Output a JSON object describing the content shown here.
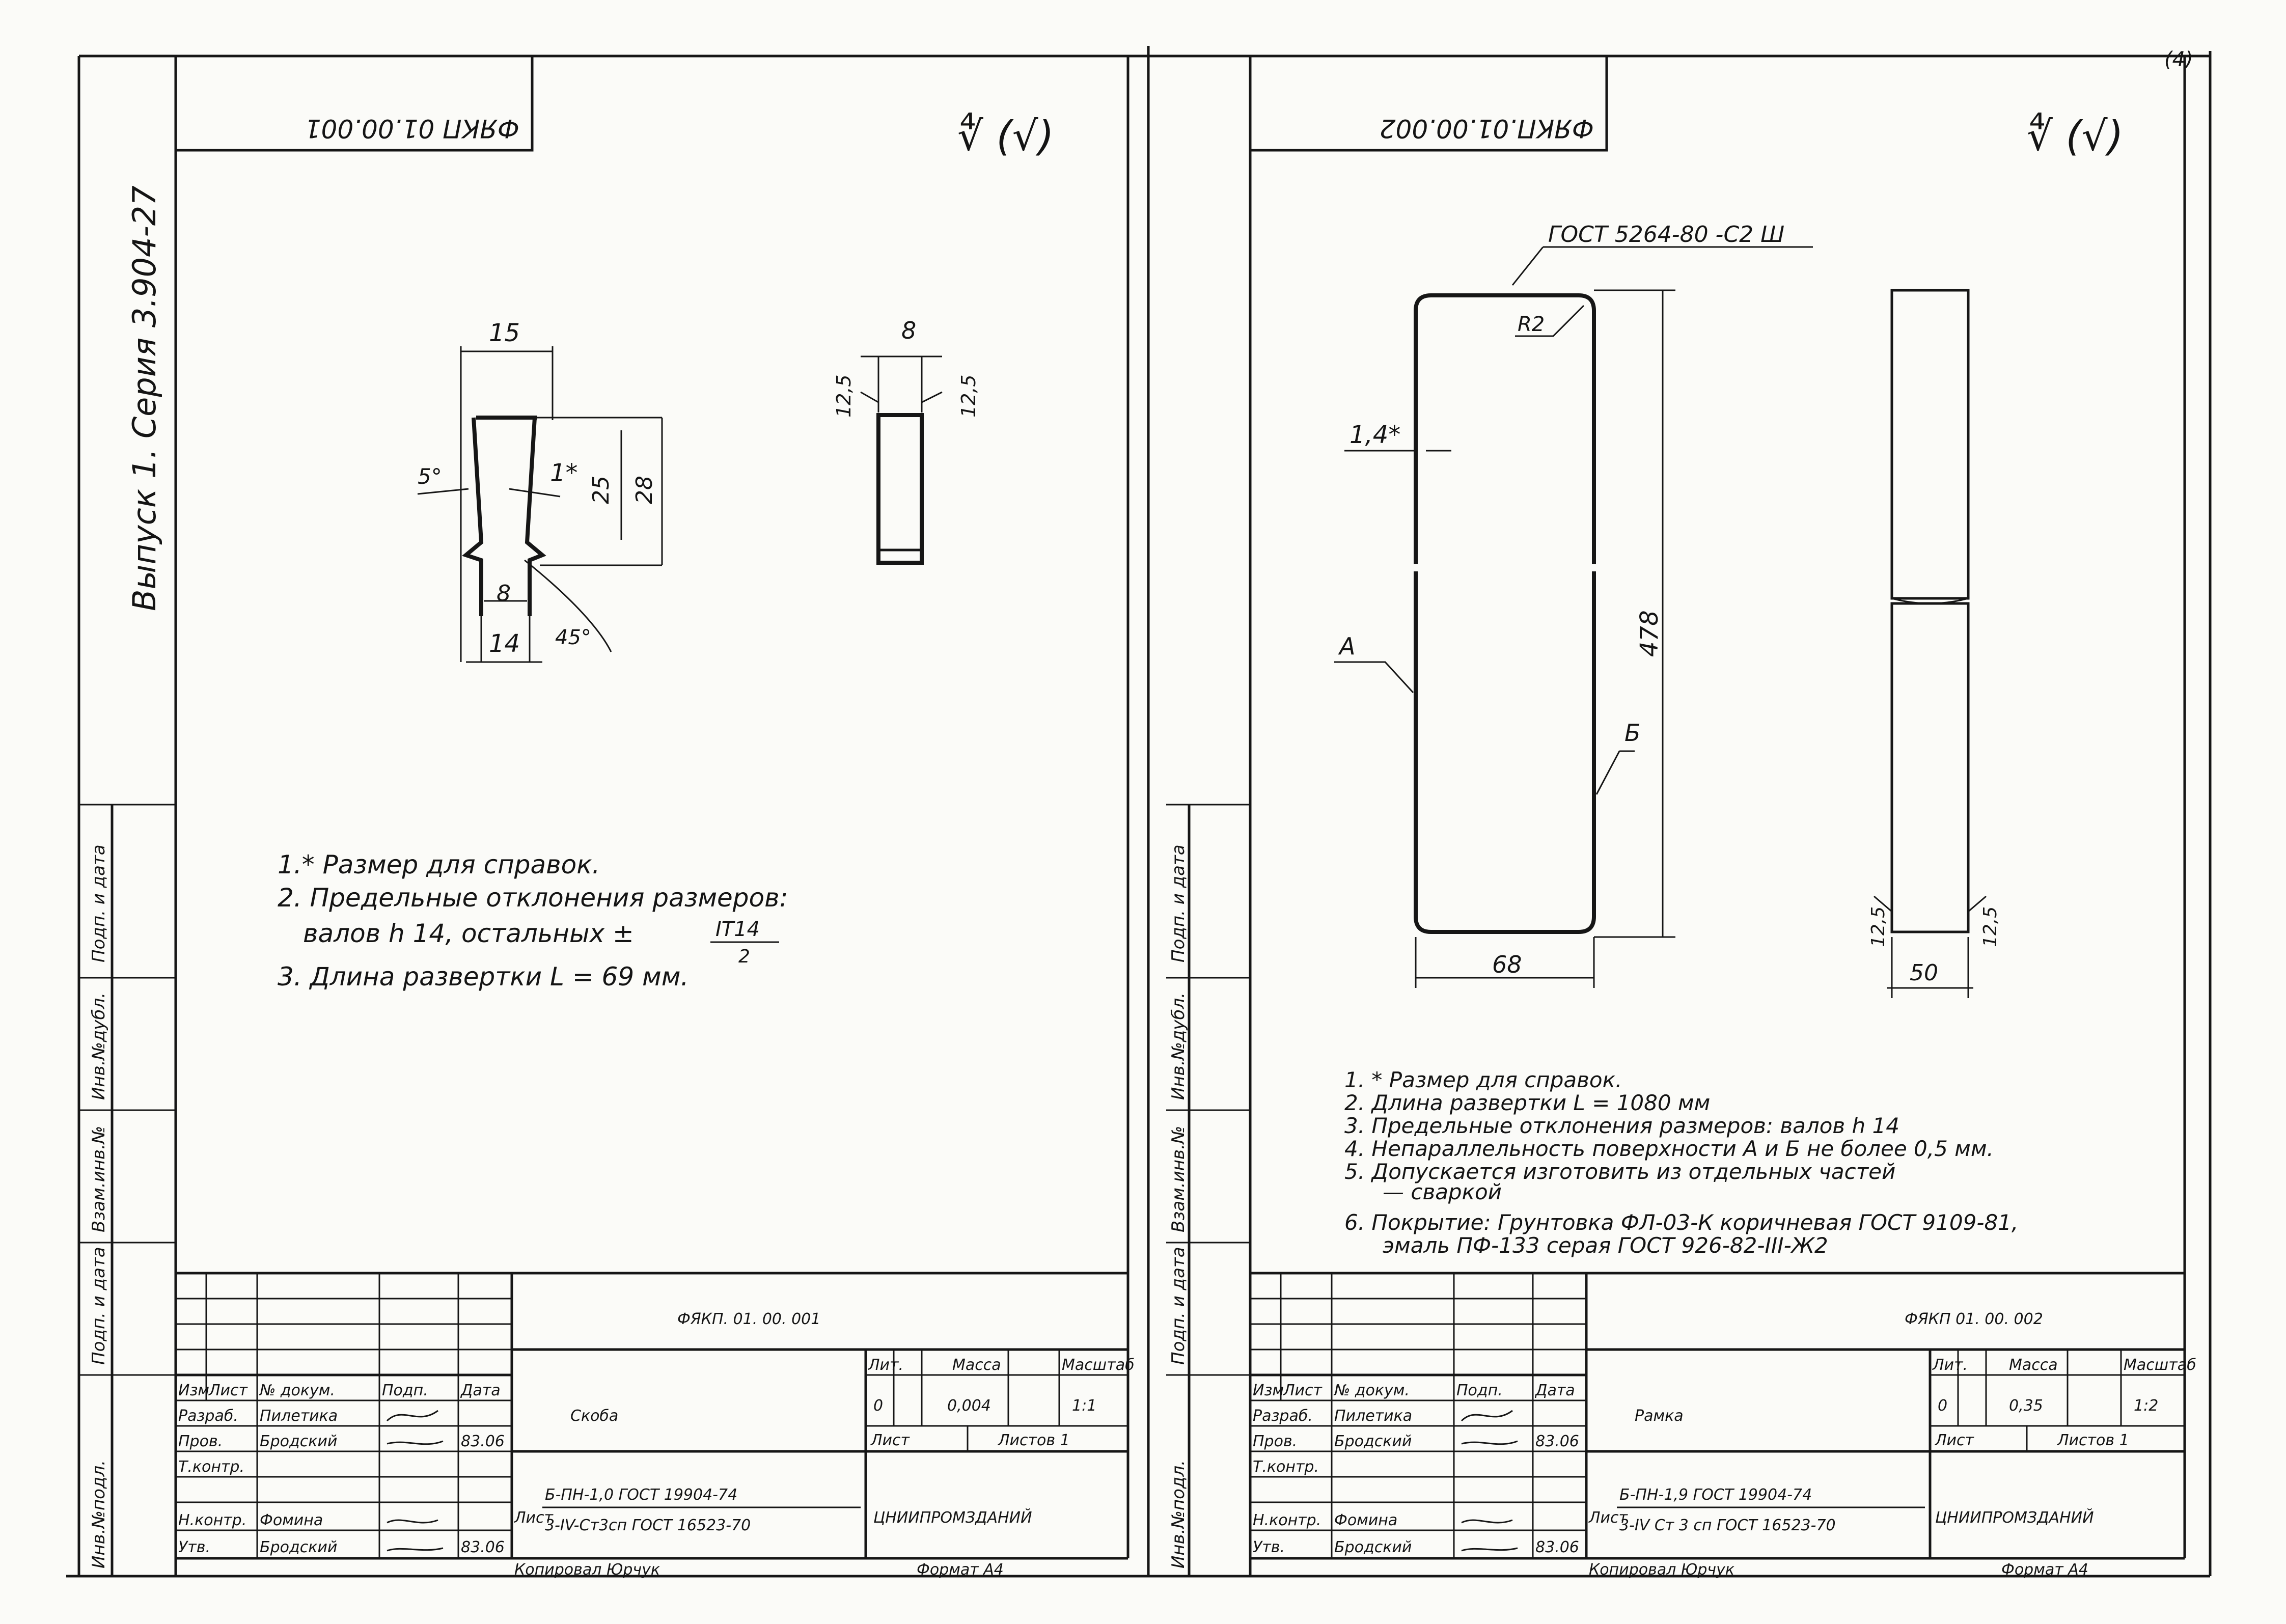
{
  "series_stamp": "Выпуск 1. Серия 3.904-27",
  "corner_mark": "(4)",
  "sheets": [
    {
      "code_rotated": "ФЯКП 01.00.001",
      "roughness": "∜ (√)",
      "dims": {
        "w_top": "15",
        "w_bottom": "14",
        "slot_top": "8",
        "slot_bottom": "8",
        "angle_5": "5°",
        "thk": "1*",
        "h25": "25",
        "h28": "28",
        "angle_45": "45°",
        "side_12a": "12,5",
        "side_12b": "12,5"
      },
      "notes": [
        "1.* Размер для справок.",
        "2. Предельные отклонения размеров:",
        "валов h 14, остальных ±",
        "IT14",
        "2",
        "3. Длина развертки L = 69 мм."
      ],
      "tb": {
        "code": "ФЯКП. 01. 00. 001",
        "name": "Скоба",
        "lit_h": "Лит.",
        "mass_h": "Масса",
        "scale_h": "Масштаб",
        "lit": "0",
        "mass": "0,004",
        "scale": "1:1",
        "sheet": "Лист",
        "sheets": "Листов 1",
        "hdr": [
          "Изм",
          "Лист",
          "№ докум.",
          "Подп.",
          "Дата"
        ],
        "roles": [
          "Разраб.",
          "Пров.",
          "Т.контр.",
          "",
          "Н.контр.",
          "Утв."
        ],
        "names": [
          "Пилетика",
          "Бродский",
          "",
          "",
          "Фомина",
          "Бродский"
        ],
        "dates": [
          "",
          "83.06",
          "",
          "",
          "",
          "83.06"
        ],
        "mat_label": "Лист",
        "mat1": "Б-ПН-1,0 ГОСТ 19904-74",
        "mat2": "3-IV-Ст3сп ГОСТ 16523-70",
        "org": "ЦНИИПРОМЗДАНИЙ",
        "copied": "Копировал Юрчук",
        "format": "Формат А4"
      }
    },
    {
      "code_rotated": "ФЯКП.01.00.002",
      "roughness": "∜ (√)",
      "dims": {
        "gost": "ГОСТ 5264-80 -С2 Ш",
        "r2": "R2",
        "thk": "1,4*",
        "h478": "478",
        "a": "А",
        "b": "Б",
        "w68": "68",
        "w50": "50",
        "s12a": "12,5",
        "s12b": "12,5"
      },
      "notes": [
        "1. * Размер для справок.",
        "2. Длина развертки L = 1080 мм",
        "3. Предельные отклонения размеров: валов h 14",
        "4. Непараллельность поверхности А и Б не более 0,5 мм.",
        "5. Допускается изготовить из отдельных частей",
        "— сваркой",
        "6. Покрытие: Грунтовка ФЛ-03-К коричневая ГОСТ 9109-81,",
        "эмаль ПФ-133 серая ГОСТ 926-82-III-Ж2"
      ],
      "tb": {
        "code": "ФЯКП 01. 00. 002",
        "name": "Рамка",
        "lit_h": "Лит.",
        "mass_h": "Масса",
        "scale_h": "Масштаб",
        "lit": "0",
        "mass": "0,35",
        "scale": "1:2",
        "sheet": "Лист",
        "sheets": "Листов 1",
        "hdr": [
          "Изм",
          "Лист",
          "№ докум.",
          "Подп.",
          "Дата"
        ],
        "roles": [
          "Разраб.",
          "Пров.",
          "Т.контр.",
          "",
          "Н.контр.",
          "Утв."
        ],
        "names": [
          "Пилетика",
          "Бродский",
          "",
          "",
          "Фомина",
          "Бродский"
        ],
        "dates": [
          "",
          "83.06",
          "",
          "",
          "",
          "83.06"
        ],
        "mat_label": "Лист",
        "mat1": "Б-ПН-1,9 ГОСТ 19904-74",
        "mat2": "3-IV Ст 3 сп ГОСТ 16523-70",
        "org": "ЦНИИПРОМЗДАНИЙ",
        "copied": "Копировал Юрчук",
        "format": "Формат А4"
      }
    }
  ],
  "side_labels": [
    "Инв.№подл.",
    "Подп. и дата",
    "Взам.инв.№",
    "Инв.№дубл.",
    "Подп. и дата"
  ]
}
